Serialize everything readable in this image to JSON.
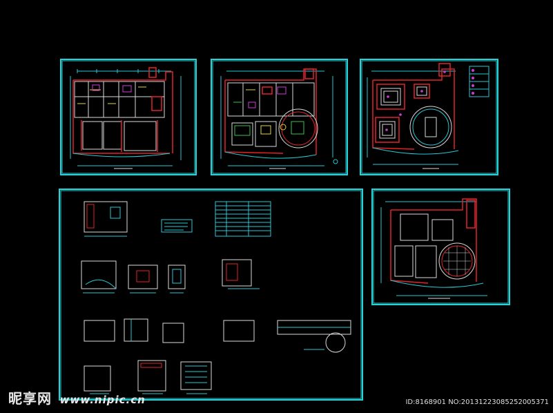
{
  "watermark": {
    "brand": "昵享网",
    "url": "www.nipic.cn"
  },
  "meta": {
    "id_text": "ID:8168901 NO:20131223085252005371"
  },
  "colors": {
    "background": "#000000",
    "frame": "#27d3d8",
    "line_cyan": "#29c9d6",
    "line_red": "#e2232a",
    "line_white": "#dcdcdc",
    "line_magenta": "#d13ad6",
    "line_yellow": "#e3d33a",
    "line_green": "#39c24a"
  },
  "sheets": [
    {
      "name": "sheet-floor-plan-1"
    },
    {
      "name": "sheet-floor-plan-2"
    },
    {
      "name": "sheet-ceiling-plan"
    },
    {
      "name": "sheet-details"
    },
    {
      "name": "sheet-floor-finish-plan"
    }
  ]
}
